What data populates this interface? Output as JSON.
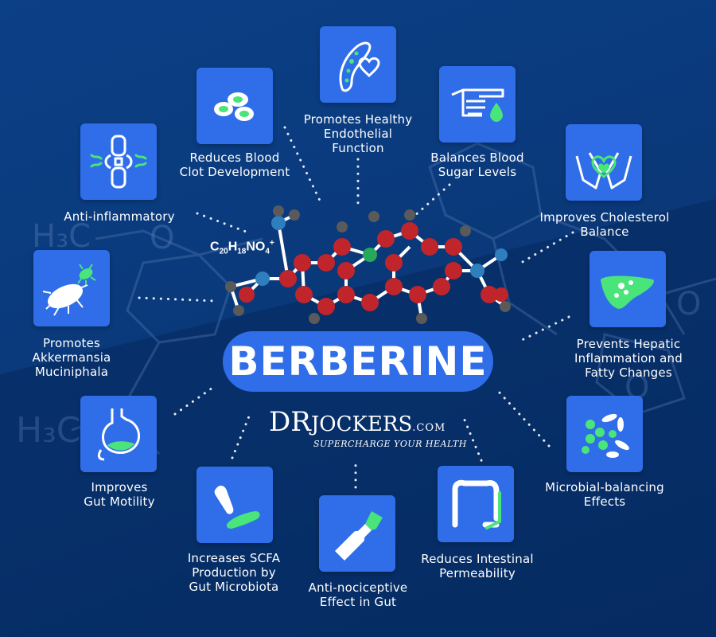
{
  "title": "BERBERINE",
  "formula": {
    "c": "C",
    "c_n": "20",
    "h": "H",
    "h_n": "18",
    "n": "NO",
    "n_n": "4",
    "charge": "+"
  },
  "background_text": {
    "h3c_1": "H₃C",
    "o_1": "O",
    "h3c_2": "H₃C",
    "o_2": "O",
    "o_3": "O"
  },
  "logo": {
    "dr": "DR",
    "jockers": "JOCKERS",
    "com": ".COM",
    "tagline": "SUPERCHARGE YOUR HEALTH"
  },
  "benefits": [
    {
      "id": "endothelial",
      "label": "Promotes Healthy\nEndothelial\nFunction",
      "icon": "vessel-heart-icon"
    },
    {
      "id": "blood-clot",
      "label": "Reduces Blood\nClot Development",
      "icon": "blood-cells-icon"
    },
    {
      "id": "blood-sugar",
      "label": "Balances Blood\nSugar Levels",
      "icon": "finger-drop-icon"
    },
    {
      "id": "anti-inflammatory",
      "label": "Anti-inflammatory",
      "icon": "joint-icon"
    },
    {
      "id": "cholesterol",
      "label": "Improves Cholesterol\nBalance",
      "icon": "hands-heart-icon"
    },
    {
      "id": "akkermansia",
      "label": "Promotes\nAkkermansia\nMuciniphala",
      "icon": "bacteria-icon"
    },
    {
      "id": "hepatic",
      "label": "Prevents Hepatic\nInflammation and\nFatty Changes",
      "icon": "liver-icon"
    },
    {
      "id": "gut-motility",
      "label": "Improves\nGut Motility",
      "icon": "stomach-icon"
    },
    {
      "id": "microbial",
      "label": "Microbial-balancing\nEffects",
      "icon": "microbes-icon"
    },
    {
      "id": "scfa",
      "label": "Increases SCFA\nProduction by\nGut Microbiota",
      "icon": "probiotic-icon"
    },
    {
      "id": "intestinal",
      "label": "Reduces Intestinal\nPermeability",
      "icon": "intestine-icon"
    },
    {
      "id": "nociceptive",
      "label": "Anti-nociceptive\nEffect in Gut",
      "icon": "nerve-icon"
    }
  ],
  "colors": {
    "background": "#0a3a7c",
    "tile": "#2f6ee8",
    "accent_green": "#49e57a",
    "atom_red": "#c0252b",
    "atom_blue": "#2f7fbf",
    "atom_green": "#27a85a",
    "atom_gray": "#5a5a5a"
  }
}
